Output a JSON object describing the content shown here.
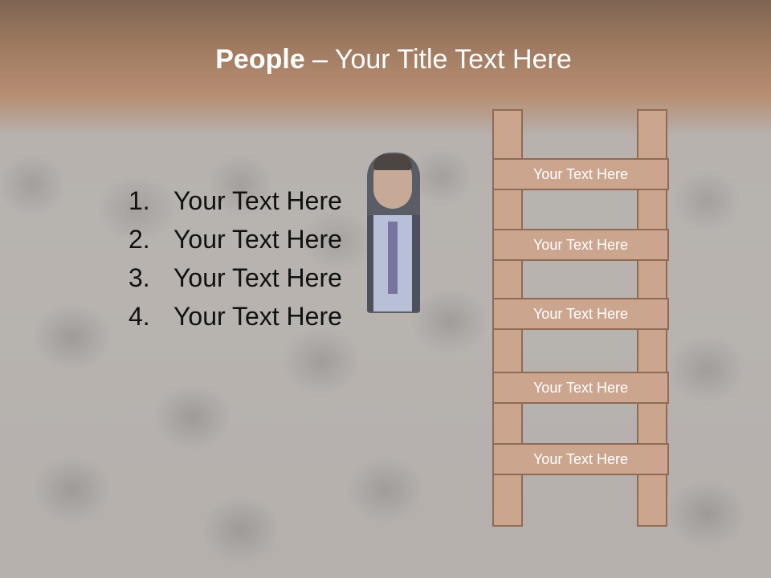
{
  "slide": {
    "title_bold": "People",
    "title_rest": " – Your Title Text Here",
    "list": [
      {
        "number": "1.",
        "text": "Your Text Here"
      },
      {
        "number": "2.",
        "text": "Your Text Here"
      },
      {
        "number": "3.",
        "text": "Your Text Here"
      },
      {
        "number": "4.",
        "text": "Your Text Here"
      }
    ],
    "ladder_rungs": [
      "Your Text Here",
      "Your Text Here",
      "Your Text Here",
      "Your Text Here",
      "Your Text Here"
    ]
  },
  "colors": {
    "title_band": "#b78e72",
    "ladder_fill": "#cca58f",
    "ladder_border": "#8f6a55",
    "text_dark": "#111111",
    "text_light": "#ffffff"
  }
}
